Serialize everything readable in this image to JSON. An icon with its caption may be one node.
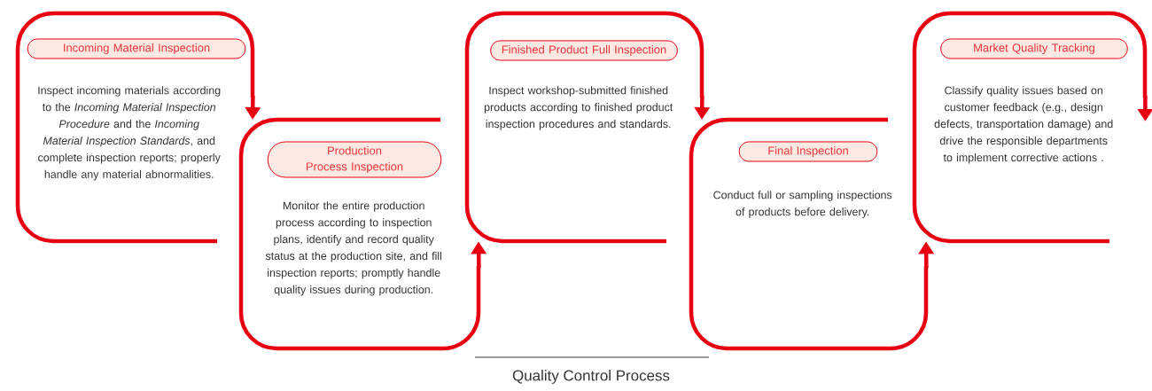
{
  "diagram": {
    "title": "Quality Control Process",
    "nodes": [
      {
        "text": [
          "Inspect incoming materials according to the *Incoming Material Inspection Procedure* and the *Incoming Material Inspection Standards*, and complete inspection reports; properly handle any material abnormalities."
        ]
      },
      {
        "text": [
          "Incoming Material Inspection"
        ],
        "in": 0
      },
      {
        "text": [
          "Monitor the entire production process according to inspection plans, identify and record quality status at the production site, and fill inspection reports; promptly handle quality issues during production."
        ]
      },
      {
        "text": [
          "Production Process Inspection"
        ],
        "in": 2
      },
      {
        "text": [
          "Inspect workshop-submitted finished products according to finished product inspection procedures and standards."
        ]
      },
      {
        "text": [
          "Finished Product Full Inspection"
        ],
        "in": 4
      },
      {
        "text": [
          "Conduct full or sampling inspections of products before delivery."
        ]
      },
      {
        "text": [
          "Final Inspection"
        ],
        "in": 6
      },
      {
        "text": [
          "Classify quality issues based on customer feedback (e.g., design defects, transportation damage) and drive the responsible departments to implement corrective actions ."
        ]
      },
      {
        "text": [
          "Market Quality Tracking"
        ],
        "in": 8
      }
    ],
    "edges": [
      {
        "from": 0,
        "to": 2,
        "arrow": "to"
      },
      {
        "from": 2,
        "to": 4,
        "arrow": "to"
      },
      {
        "from": 4,
        "to": 6,
        "arrow": "to"
      },
      {
        "from": 6,
        "to": 8,
        "arrow": "to"
      },
      {
        "from": 8,
        "to": null,
        "arrow": "to"
      }
    ]
  }
}
